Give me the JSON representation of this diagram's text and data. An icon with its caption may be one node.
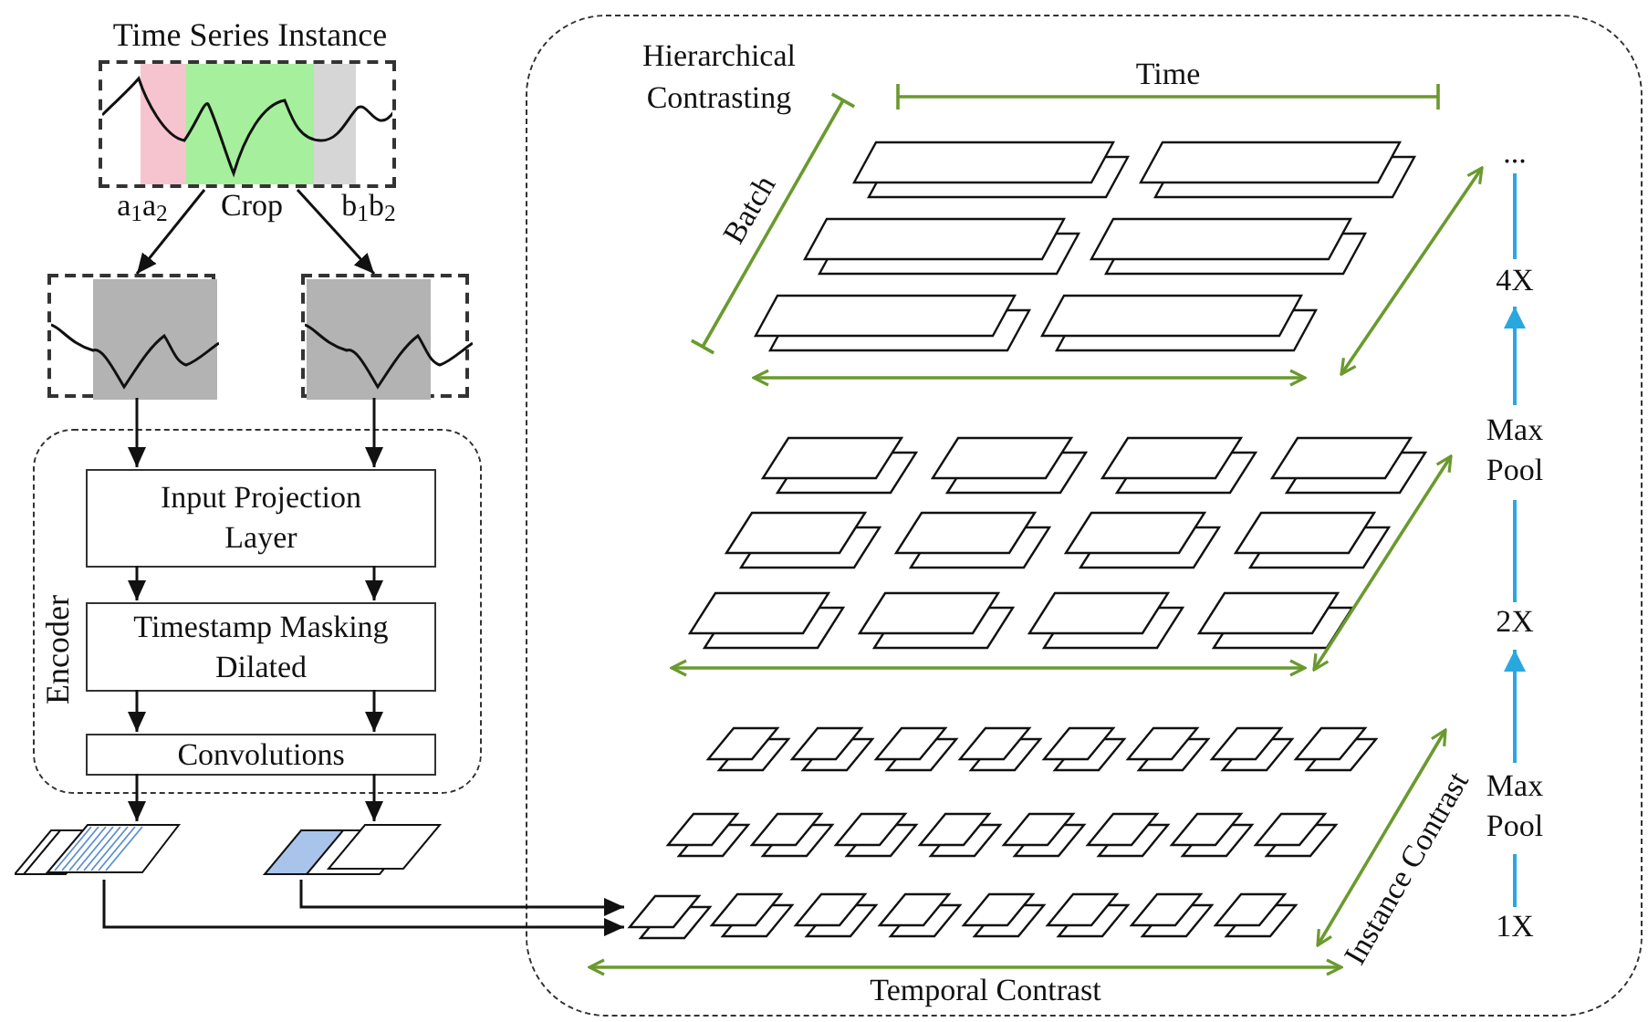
{
  "diagram": {
    "nodes": [
      {
        "text": [
          "Time Series Instance"
        ]
      },
      {
        "text": [],
        "shape": "box"
      },
      {
        "text": [],
        "shape": "box"
      },
      {
        "text": [
          "Encoder"
        ]
      },
      {
        "text": [
          "Input Projection Layer"
        ],
        "in": 3
      },
      {
        "text": [
          "Timestamp Masking Dilated"
        ],
        "in": 3
      },
      {
        "text": [
          "Convolutions"
        ],
        "in": 3
      },
      {
        "text": [],
        "shape": "box"
      },
      {
        "text": [],
        "shape": "box"
      },
      {
        "text": [
          "Hierarchical Contrasting"
        ]
      },
      {
        "text": [],
        "shape": "box",
        "in": 9
      }
    ],
    "edges": [
      {
        "from": 0,
        "to": 1,
        "arrow": "to"
      },
      {
        "from": 0,
        "to": 2,
        "arrow": "to"
      },
      {
        "from": 1,
        "to": 4,
        "arrow": "to"
      },
      {
        "from": 2,
        "to": 4,
        "arrow": "to"
      },
      {
        "from": 4,
        "to": 5,
        "arrow": "to"
      },
      {
        "from": 4,
        "to": 5,
        "arrow": "to"
      },
      {
        "from": 5,
        "to": 6,
        "arrow": "to"
      },
      {
        "from": 5,
        "to": 6,
        "arrow": "to"
      },
      {
        "from": 6,
        "to": 7,
        "arrow": "to"
      },
      {
        "from": 6,
        "to": 8,
        "arrow": "to"
      },
      {
        "from": 7,
        "to": 10,
        "arrow": "to"
      },
      {
        "from": 8,
        "to": 10,
        "arrow": "to"
      }
    ],
    "labels": [
      "a$_{1}$a$_{2}$",
      "Crop",
      "b$_{1}$b$_{2}$",
      "Time",
      "Batch",
      "...",
      "4X",
      "Max Pool",
      "2X",
      "Max Pool",
      "Instance Contrast",
      "1X",
      "Temporal Contrast"
    ]
  }
}
